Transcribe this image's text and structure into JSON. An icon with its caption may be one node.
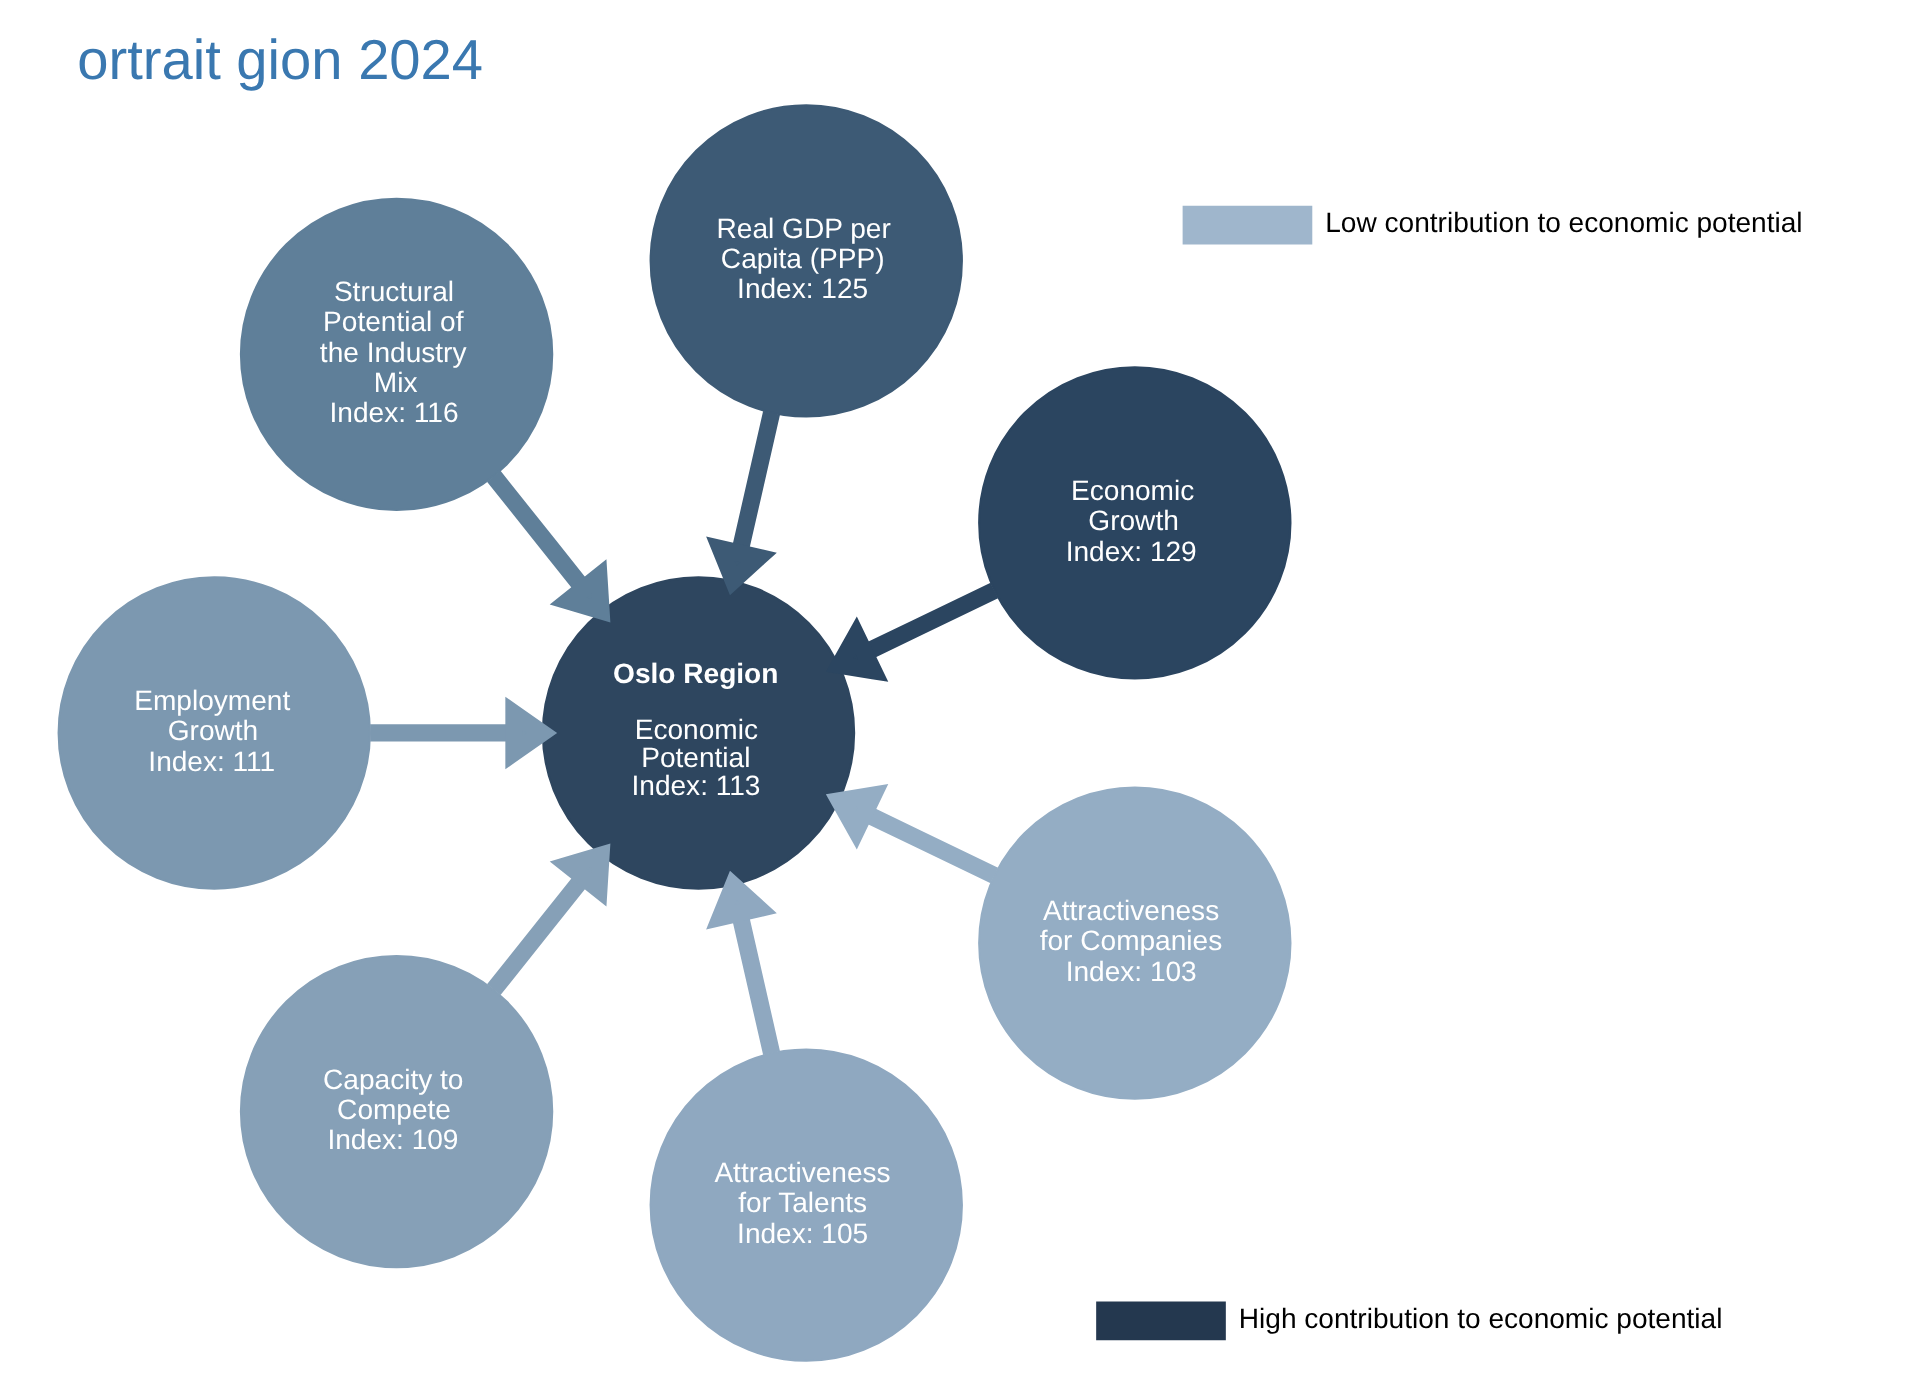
{
  "diagram": {
    "title": "ortrait gion 2024",
    "nodes": [
      {
        "text": [
          "Oslo Region",
          "Economic Potential Index: 113"
        ]
      },
      {
        "text": [
          "Economic Growth",
          "Index: 129"
        ]
      },
      {
        "text": [
          "Real GDP per Capita (PPP)",
          "Index: 125"
        ]
      },
      {
        "text": [
          "Structural Potential of the Industry Mix",
          "Index: 116"
        ]
      },
      {
        "text": [
          "Employment Growth",
          "Index: 111"
        ]
      },
      {
        "text": [
          "Capacity to Compete",
          "Index: 109"
        ]
      },
      {
        "text": [
          "Attractiveness for Talents",
          "Index: 105"
        ]
      },
      {
        "text": [
          "Attractiveness for Companies",
          "Index: 103"
        ]
      }
    ],
    "edges": [
      {
        "from": 1,
        "to": 0,
        "arrow": "to",
        "color": "#2b4560"
      },
      {
        "from": 2,
        "to": 0,
        "arrow": "to",
        "color": "#3d5a75"
      },
      {
        "from": 3,
        "to": 0,
        "arrow": "to",
        "color": "#5f7f99"
      },
      {
        "from": 4,
        "to": 0,
        "arrow": "to",
        "color": "#7c98b0"
      },
      {
        "from": 5,
        "to": 0,
        "arrow": "to",
        "color": "#86a0b7"
      },
      {
        "from": 6,
        "to": 0,
        "arrow": "to",
        "color": "#8fa8c0"
      },
      {
        "from": 7,
        "to": 0,
        "arrow": "to",
        "color": "#94adc4"
      }
    ],
    "legend": [
      {
        "text": "Low contribution to economic potential",
        "color": "#9fb6cc"
      },
      {
        "text": "High contribution to economic potential",
        "color": "#24384f"
      }
    ]
  }
}
